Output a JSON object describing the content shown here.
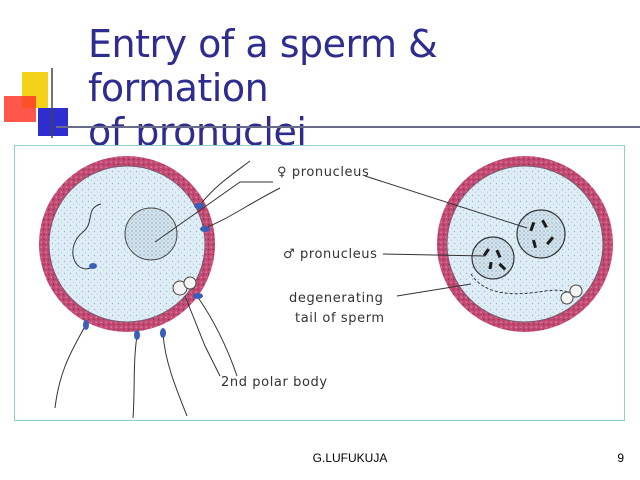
{
  "slide": {
    "title_line1": "Entry of a sperm & formation",
    "title_line2": "of pronuclei",
    "author": "G.LUFUKUJA",
    "page_number": "9"
  },
  "figure": {
    "labels": {
      "female_pronucleus": "♀ pronucleus",
      "male_pronucleus": "♂ pronucleus",
      "degenerating_line1": "degenerating",
      "degenerating_line2": "tail of sperm",
      "polar_body": "2nd polar body"
    }
  },
  "colors": {
    "title": "#2e2d8f",
    "zona_pellucida": "#c24a73",
    "cytoplasm": "#dfeef6",
    "sperm_head": "#3a5fb8"
  }
}
